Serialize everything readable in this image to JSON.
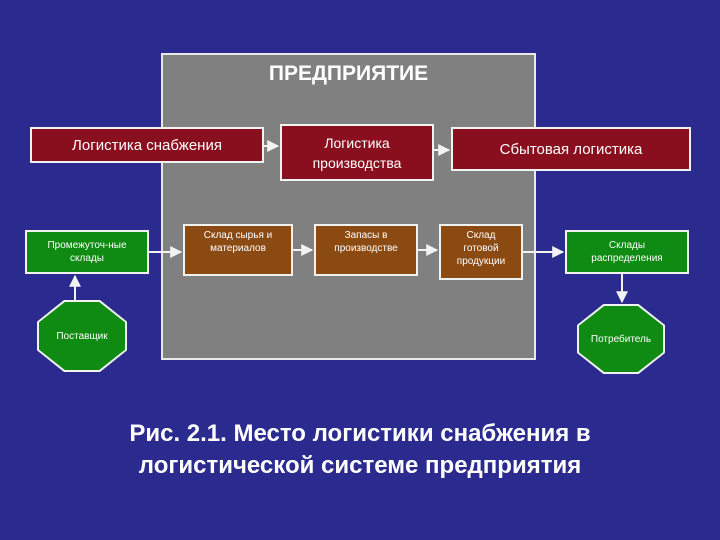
{
  "enterprise": {
    "title": "ПРЕДПРИЯТИЕ"
  },
  "headers": {
    "supply": "Логистика снабжения",
    "production": "Логистика производства",
    "sales": "Сбытовая логистика"
  },
  "nodes": {
    "intermediate": "Промежуточ-ные склады",
    "raw": "Склад сырья и материалов",
    "wip": "Запасы в производстве",
    "finished": "Склад готовой продукции",
    "distribution": "Склады распределения",
    "supplier": "Поставщик",
    "consumer": "Потребитель"
  },
  "caption": {
    "line1": "Рис. 2.1. Место логистики снабжения в",
    "line2": "логистической системе предприятия"
  },
  "colors": {
    "background": "#2b2b8f",
    "enterprise": "#808080",
    "header_red": "#8a0f1e",
    "node_green": "#0f8a12",
    "node_brown": "#8b4a12"
  }
}
